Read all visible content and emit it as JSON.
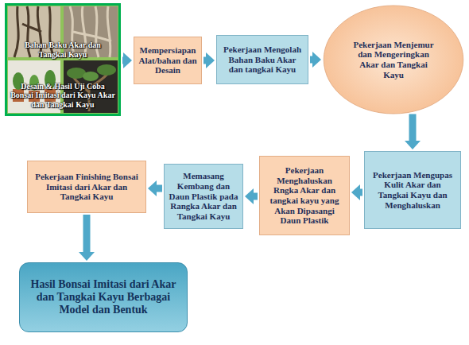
{
  "diagram": {
    "nodes": [
      {
        "text": [
          "Bahan Baku Akar dan Tangkai Kayu",
          "Desain & Hasil Uji Coba Bonsai Imitasi dari Kayu Akar dan Tangkai Kayu"
        ]
      },
      {
        "text": [
          "Mempersiapan Alat/bahan dan Desain"
        ]
      },
      {
        "text": [
          "Pekerjaan Mengolah Bahan Baku Akar dan tangkai Kayu"
        ]
      },
      {
        "text": [
          "Pekerjaan Menjemur dan Mengeringkan Akar dan Tangkai Kayu"
        ]
      },
      {
        "text": [
          "Pekerjaan Mengupas Kulit Akar dan Tangkai Kayu dan Menghaluskan"
        ]
      },
      {
        "text": [
          "Pekerjaan Menghaluskan Rngka Akar dan tangkai kayu yang Akan Dipasangi Daun Plastik"
        ]
      },
      {
        "text": [
          "Memasang Kembang dan Daun Plastik pada Rangka Akar dan Tangkai Kayu"
        ]
      },
      {
        "text": [
          "Pekerjaan Finishing Bonsai Imitasi dari Akar dan Tangkai Kayu"
        ]
      },
      {
        "text": [
          "Hasil Bonsai Imitasi dari Akar dan Tangkai Kayu Berbagai Model dan Bentuk"
        ]
      }
    ],
    "edges": [
      {
        "from": 0,
        "to": 1,
        "arrow": "to"
      },
      {
        "from": 1,
        "to": 2,
        "arrow": "to"
      },
      {
        "from": 2,
        "to": 3,
        "arrow": "to"
      },
      {
        "from": 3,
        "to": 4,
        "arrow": "to"
      },
      {
        "from": 4,
        "to": 5,
        "arrow": "to"
      },
      {
        "from": 5,
        "to": 6,
        "arrow": "to"
      },
      {
        "from": 6,
        "to": 7,
        "arrow": "to"
      },
      {
        "from": 7,
        "to": 8,
        "arrow": "to"
      }
    ]
  }
}
